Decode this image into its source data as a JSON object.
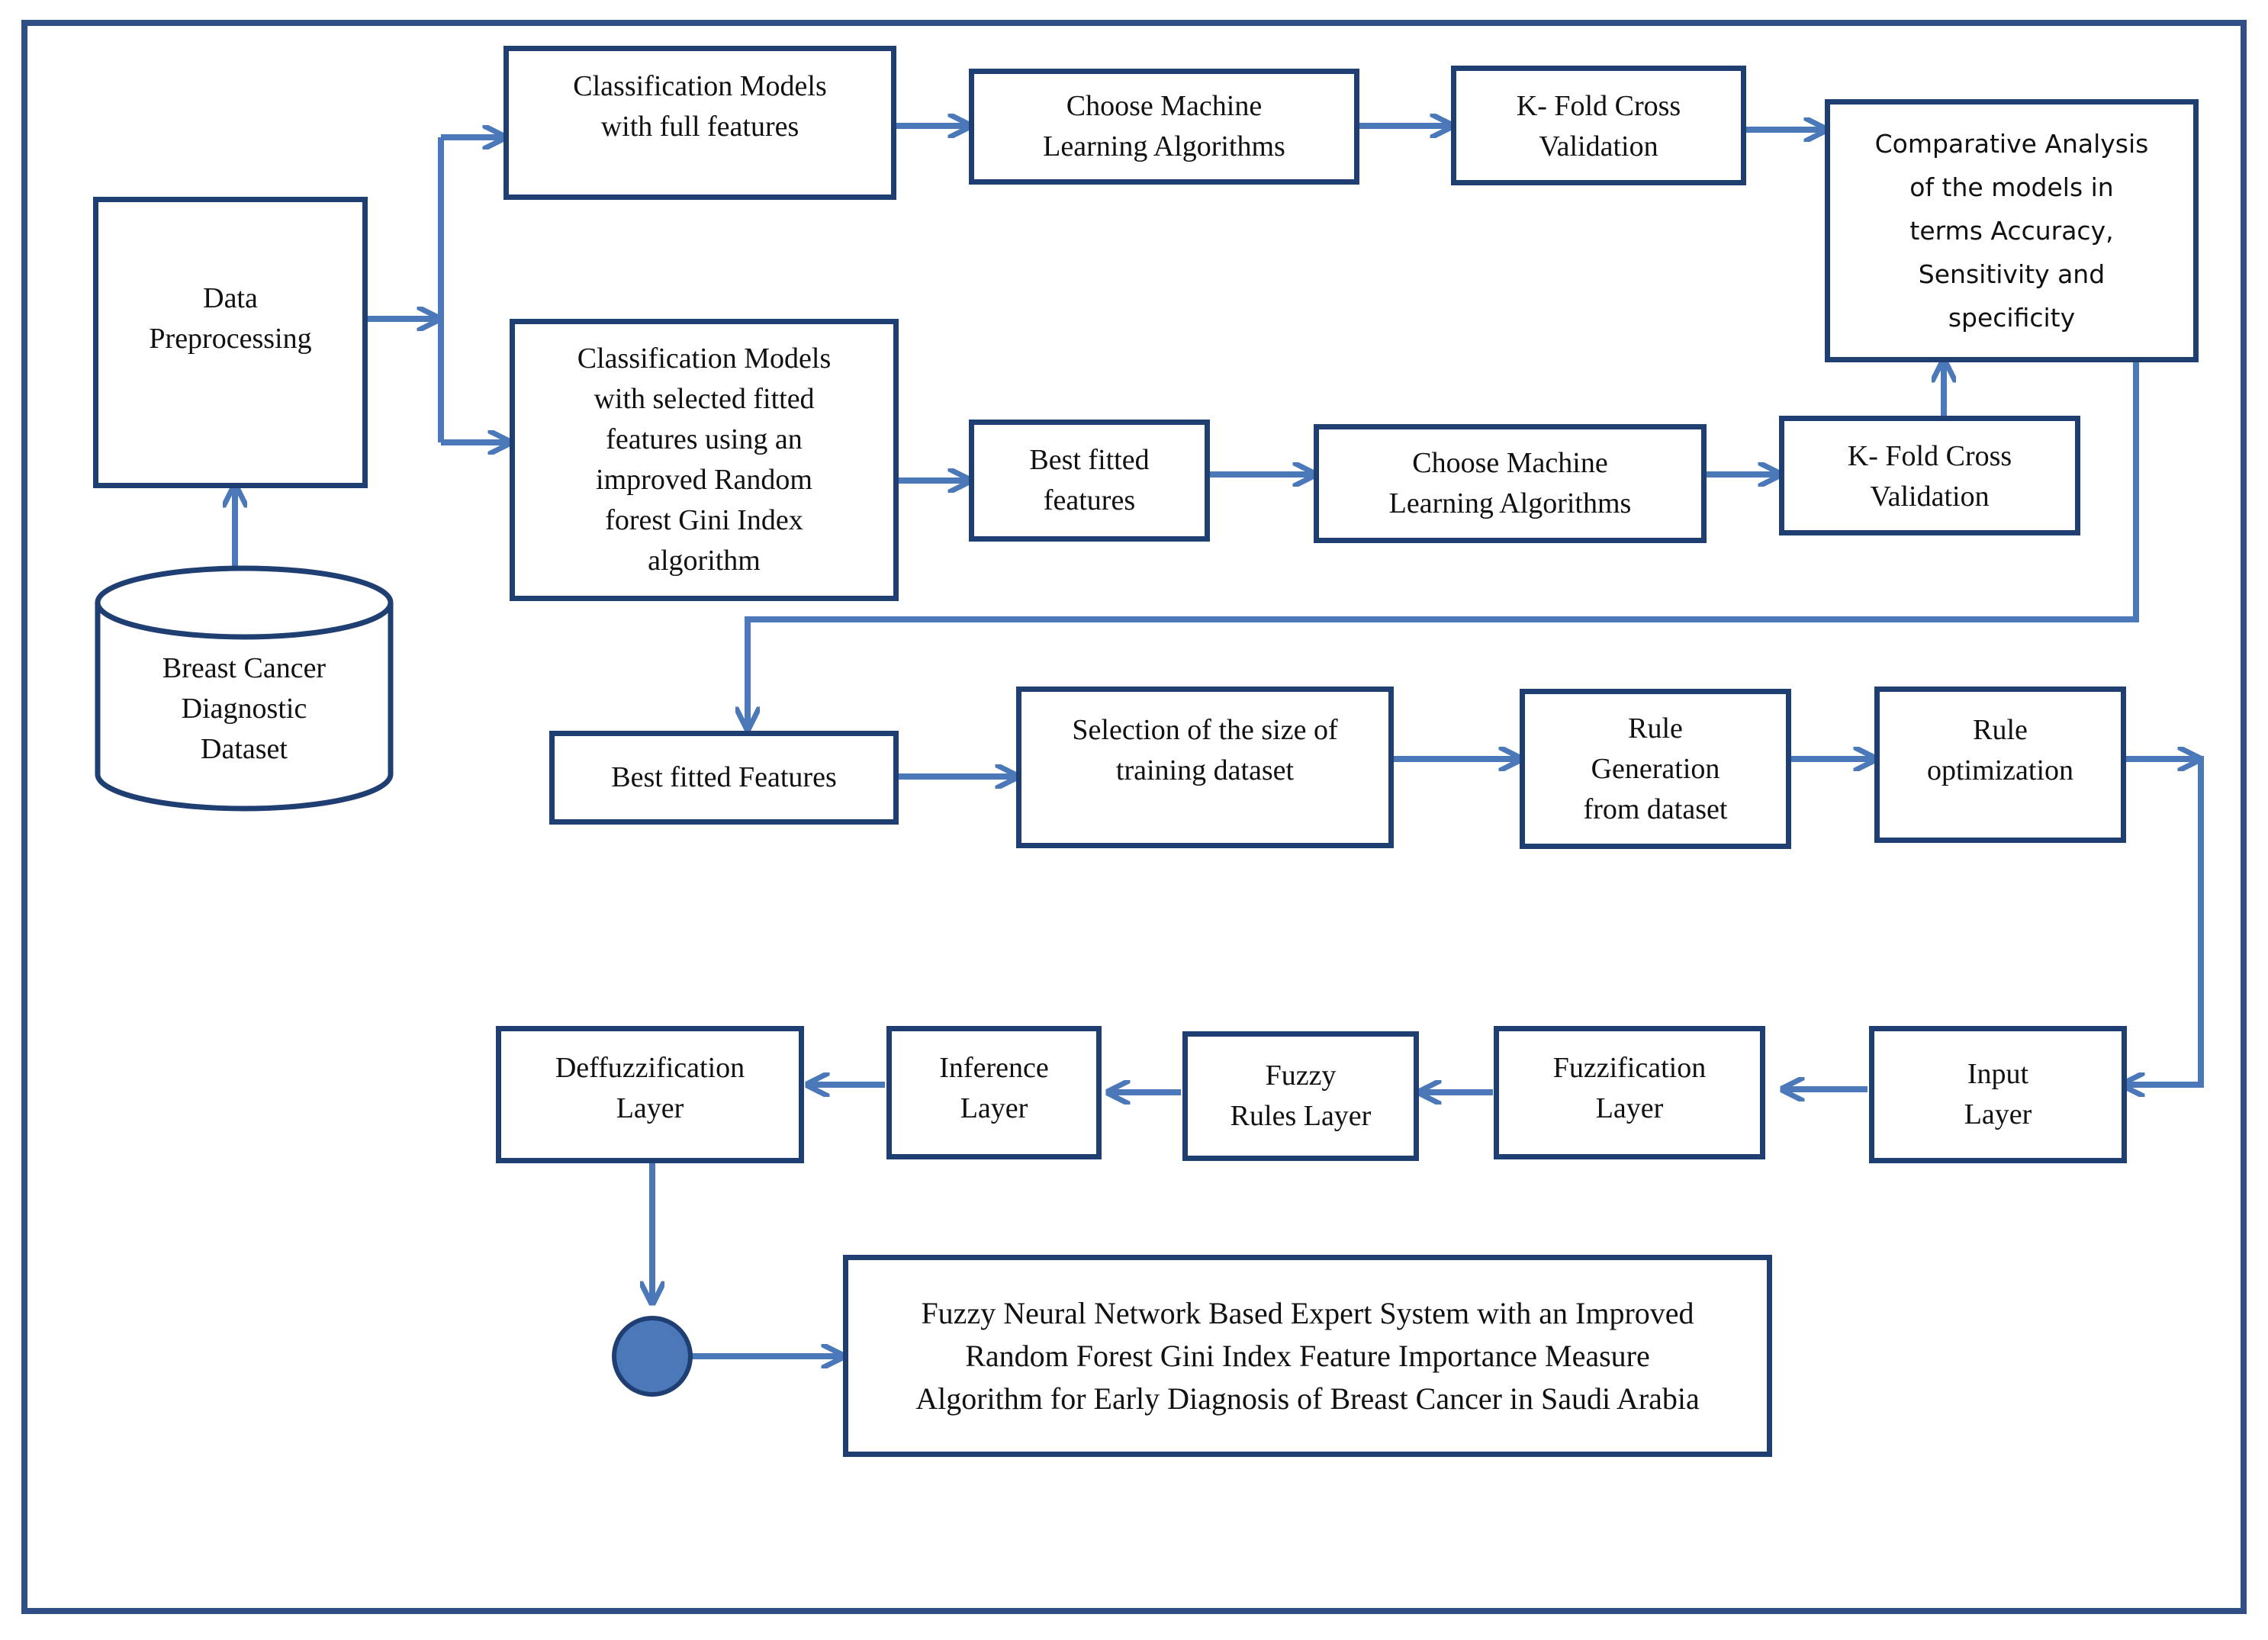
{
  "diagram": {
    "colors": {
      "border": "#2f4f86",
      "box_border": "#1f3f73",
      "arrow": "#4a78b8",
      "end_node": "#4a78b8"
    },
    "nodes": {
      "dataset": "Breast Cancer\nDiagnostic\nDataset",
      "preprocessing": "Data\nPreprocessing",
      "class_full": "Classification Models\nwith full features",
      "choose_ml_1": "Choose Machine\nLearning Algorithms",
      "kfold_1": "K- Fold Cross\nValidation",
      "comparative": "Comparative Analysis\nof the models in\nterms Accuracy,\nSensitivity and\nspecificity",
      "class_selected": "Classification Models\nwith selected fitted\nfeatures using an\nimproved Random\nforest Gini Index\nalgorithm",
      "best_fitted_1": "Best fitted\nfeatures",
      "choose_ml_2": "Choose Machine\nLearning Algorithms",
      "kfold_2": "K- Fold Cross\nValidation",
      "best_fitted_2": "Best fitted Features",
      "training_size": "Selection of the size of\ntraining dataset",
      "rule_generation": "Rule\nGeneration\nfrom dataset",
      "rule_optimization": "Rule\noptimization",
      "input_layer": "Input\nLayer",
      "fuzzification": "Fuzzification\nLayer",
      "fuzzy_rules": "Fuzzy\nRules Layer",
      "inference": "Inference\nLayer",
      "defuzzification": "Deffuzzification\nLayer",
      "final_system": "Fuzzy Neural Network Based Expert System with an Improved\nRandom Forest Gini Index Feature Importance Measure\nAlgorithm for Early Diagnosis of Breast Cancer in Saudi Arabia"
    }
  }
}
